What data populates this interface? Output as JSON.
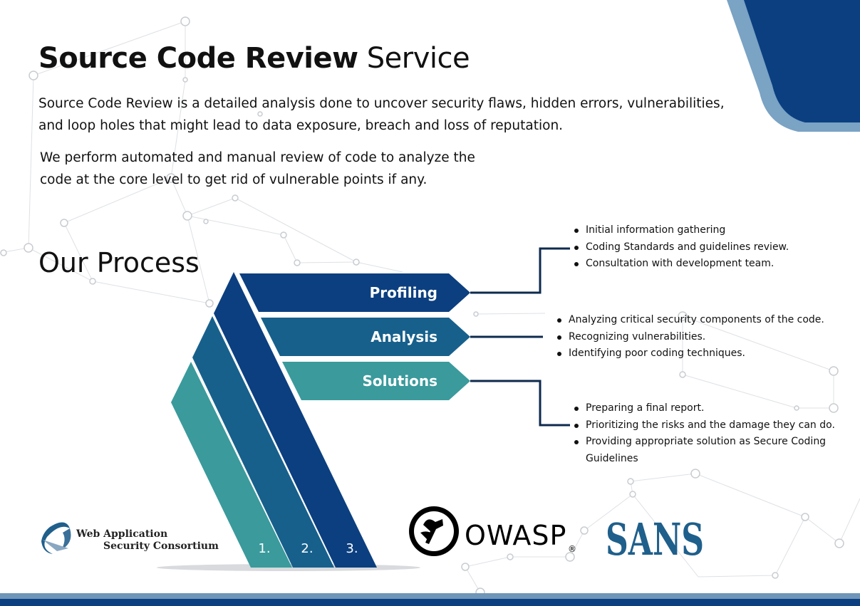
{
  "title": {
    "bold": "Source Code Review",
    "regular": " Service"
  },
  "intro": {
    "line1": "Source Code Review is a detailed analysis done to uncover security flaws, hidden errors, vulnerabilities,",
    "line2": "and loop holes that might lead to data exposure, breach and loss of reputation."
  },
  "method": {
    "line1": "We perform automated and manual review of code to analyze the",
    "line2": "code at the core level to get rid of vulnerable points if any."
  },
  "process_heading": "Our Process",
  "steps": [
    {
      "label": "Profiling",
      "number": "3.",
      "bullets": [
        "Initial information gathering",
        "Coding Standards and guidelines review.",
        "Consultation with development team."
      ]
    },
    {
      "label": "Analysis",
      "number": "2.",
      "bullets": [
        "Analyzing critical security components of the code.",
        "Recognizing vulnerabilities.",
        "Identifying poor coding techniques."
      ]
    },
    {
      "label": "Solutions",
      "number": "1.",
      "bullets": [
        "Preparing a final report.",
        "Prioritizing the risks and the damage they can do.",
        "Providing appropriate solution as Secure Coding Guidelines"
      ]
    }
  ],
  "logos": {
    "wasc_line1": "Web Application",
    "wasc_line2": "Security Consortium",
    "owasp": "OWASP",
    "owasp_mark": "®",
    "sans": "SANS"
  },
  "colors": {
    "dark_navy": "#0b3f80",
    "mid_blue": "#17608c",
    "teal": "#3a9a9c",
    "corner_light": "#7aa3c4",
    "footer_light": "#6f96b8",
    "sans_blue": "#1f5f8b"
  }
}
